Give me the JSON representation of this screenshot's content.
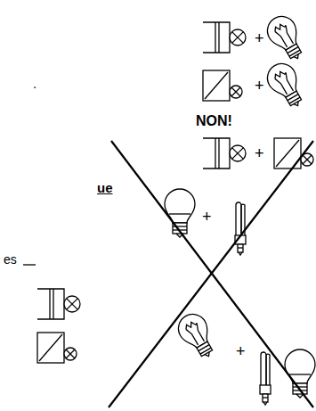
{
  "diagram": {
    "labels": [
      "+",
      ".",
      "+",
      "NON!",
      "+",
      "ue",
      "+",
      "es",
      "+"
    ]
  }
}
